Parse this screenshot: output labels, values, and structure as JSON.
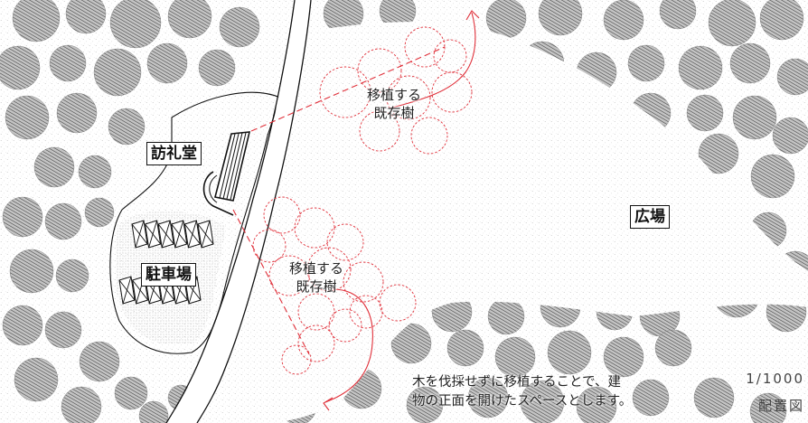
{
  "labels": {
    "oratory": "訪礼堂",
    "plaza": "広場",
    "parking": "駐車場",
    "transplant_upper_line1": "移植する",
    "transplant_upper_line2": "既存樹",
    "transplant_lower_line1": "移植する",
    "transplant_lower_line2": "既存樹"
  },
  "note": {
    "line1": "木を伐採せずに移植することで、建",
    "line2": "物の正面を開けたスペースとします。"
  },
  "scale": "1/1000",
  "title": "配置図",
  "colors": {
    "tree_fill": "#c8c8c8",
    "tree_hatch": "#555555",
    "transplant_line": "#e0303a",
    "outline": "#111111",
    "background": "#ffffff"
  }
}
